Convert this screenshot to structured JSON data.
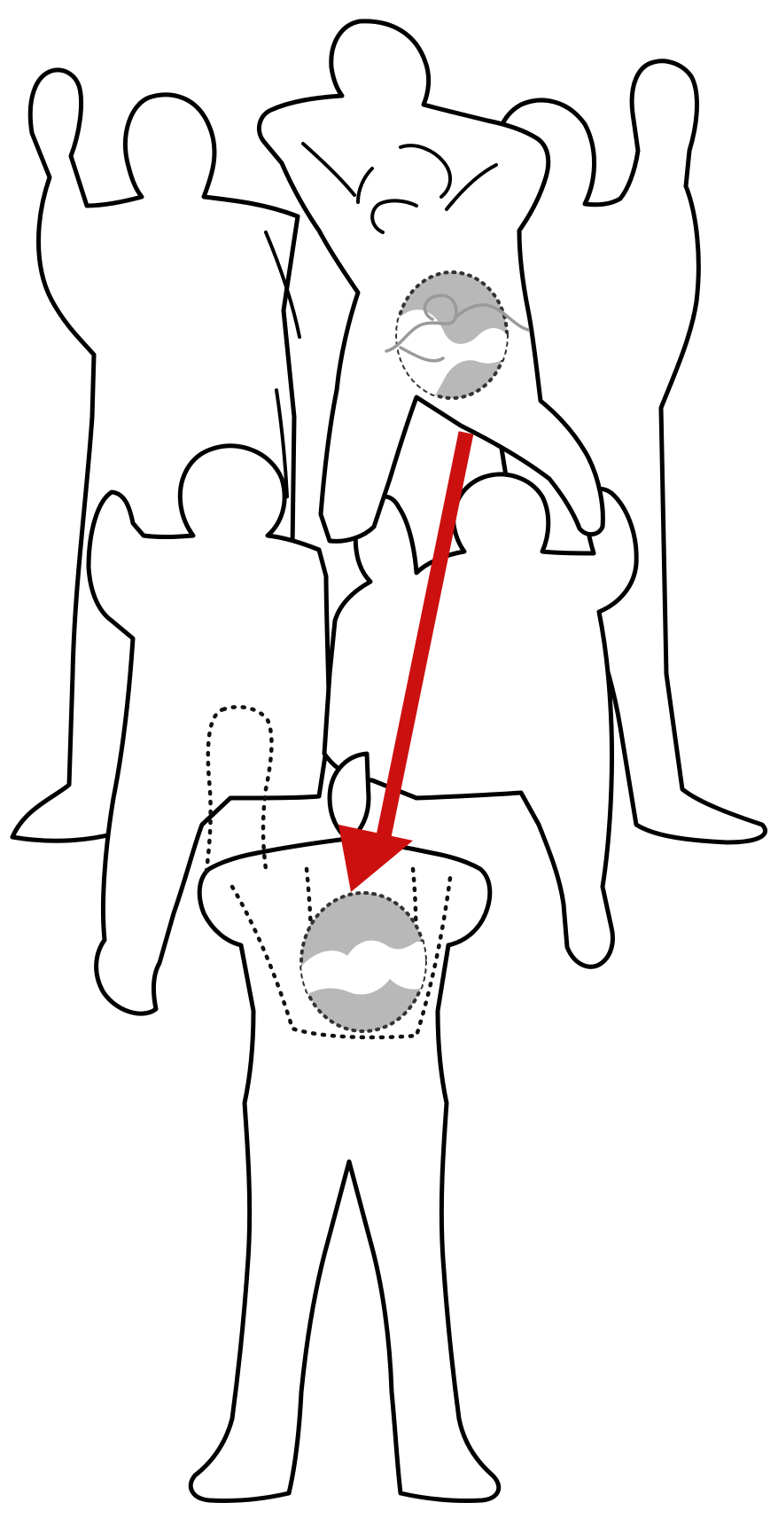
{
  "diagram": {
    "kind": "illustration",
    "figures": [
      "front-left-raised-arms-figure",
      "back-right-raised-arms-figure",
      "top-crouching-figure",
      "middle-left-figure",
      "middle-right-figure",
      "bottom-standing-figure"
    ],
    "colors": {
      "outline": "#000000",
      "arrow": "#cc1010",
      "zone_fill": "#b8b8b8",
      "spine_line": "#9a9a9a",
      "background": "#ffffff"
    }
  }
}
